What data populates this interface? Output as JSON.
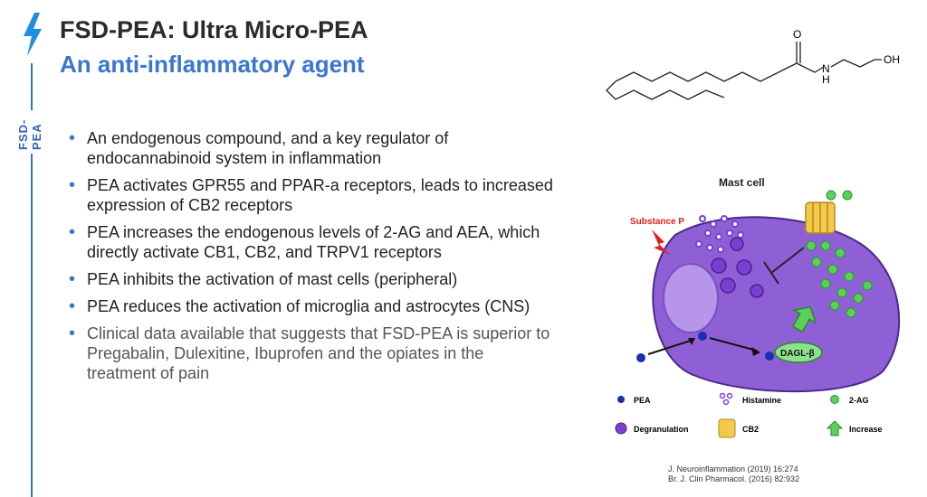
{
  "sidebar": {
    "label": "FSD-PEA"
  },
  "header": {
    "title": "FSD-PEA: Ultra Micro-PEA",
    "subtitle": "An anti-inflammatory agent"
  },
  "bullets": [
    "An endogenous compound, and a key regulator of endocannabinoid system in inflammation",
    "PEA activates GPR55 and PPAR-a receptors, leads to increased expression of CB2 receptors",
    "PEA increases the endogenous levels of 2-AG and AEA, which directly activate CB1, CB2, and TRPV1 receptors",
    "PEA inhibits the activation of mast cells (peripheral)",
    "PEA reduces the activation of microglia and astrocytes (CNS)",
    "Clinical data available that suggests that FSD-PEA is superior to Pregabalin, Dulexitine, Ibuprofen and the opiates in the treatment of pain"
  ],
  "molecule": {
    "o_label": "O",
    "n_label": "N",
    "h_label": "H",
    "oh_label": "OH"
  },
  "diagram": {
    "title": "Mast cell",
    "substance_p": "Substance P",
    "dagl_label": "DAGL-β",
    "legend": {
      "pea": "PEA",
      "histamine": "Histamine",
      "two_ag": "2-AG",
      "degranulation": "Degranulation",
      "cb2": "CB2",
      "increase": "Increase"
    }
  },
  "references": [
    "J. Neuroinflammation (2019) 16:274",
    "Br. J. Clin Pharmacol. (2016) 82:932"
  ],
  "colors": {
    "accent": "#3a76cf",
    "cell": "#8f5fd6",
    "pea": "#1a2fb0",
    "two_ag": "#5ad05a",
    "bolt": "#1f8ee0"
  }
}
